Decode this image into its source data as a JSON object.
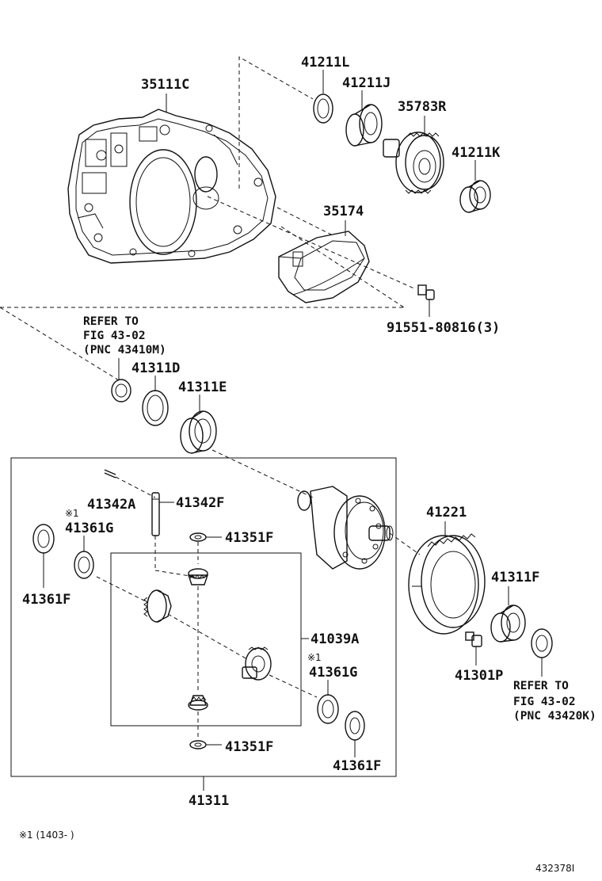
{
  "diagram": {
    "labels": {
      "l35111c": "35111C",
      "l41211l": "41211L",
      "l41211j": "41211J",
      "l35783r": "35783R",
      "l41211k": "41211K",
      "l35174": "35174",
      "l91551": "91551-80816(3)",
      "l41311d": "41311D",
      "l41311e": "41311E",
      "l41342a": "41342A",
      "l41342f": "41342F",
      "l41361g_top": "41361G",
      "l41351f_top": "41351F",
      "l41361f_left": "41361F",
      "l41221": "41221",
      "l41311f": "41311F",
      "l41039a": "41039A",
      "l41361g_bottom": "41361G",
      "l41301p": "41301P",
      "l41351f_bottom": "41351F",
      "l41361f_bottom": "41361F",
      "l41311": "41311"
    },
    "refs": {
      "left": [
        "REFER TO",
        "FIG 43-02",
        "(PNC 43410M)"
      ],
      "right": [
        "REFER TO",
        "FIG 43-02",
        "(PNC 43420K)"
      ]
    },
    "marks": {
      "star1_top": "※1",
      "star1_bottom": "※1"
    },
    "footnote": "※1 (1403-      )",
    "figure_id": "432378I"
  }
}
